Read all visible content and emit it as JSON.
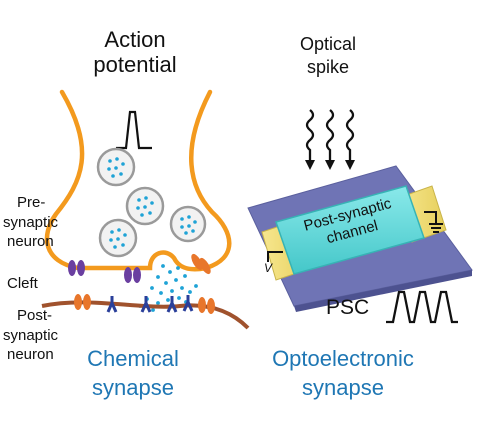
{
  "left_panel": {
    "title_line1": "Action",
    "title_line2": "potential",
    "presynaptic_line1": "Pre-",
    "presynaptic_line2": "synaptic",
    "presynaptic_line3": "neuron",
    "cleft": "Cleft",
    "postsynaptic_line1": "Post-",
    "postsynaptic_line2": "synaptic",
    "postsynaptic_line3": "neuron",
    "caption_line1": "Chemical",
    "caption_line2": "synapse"
  },
  "right_panel": {
    "title_line1": "Optical",
    "title_line2": "spike",
    "channel_line1": "Post-synaptic",
    "channel_line2": "channel",
    "voltage_symbol": "V",
    "psc_label": "PSC",
    "caption_line1": "Optoelectronic",
    "caption_line2": "synapse"
  },
  "colors": {
    "membrane": "#f39a1e",
    "vesicle_fill": "#f2f2f2",
    "vesicle_outline": "#9a9a9a",
    "neurotransmitter": "#1fa3d6",
    "ion_channel": "#6a3fa0",
    "receptor": "#2a3f9a",
    "dendrite": "#a0522d",
    "substrate": "#6f74b5",
    "electrode": "#f0dc78",
    "channel": "#5fd6d6",
    "caption_blue": "#1f77b4"
  }
}
